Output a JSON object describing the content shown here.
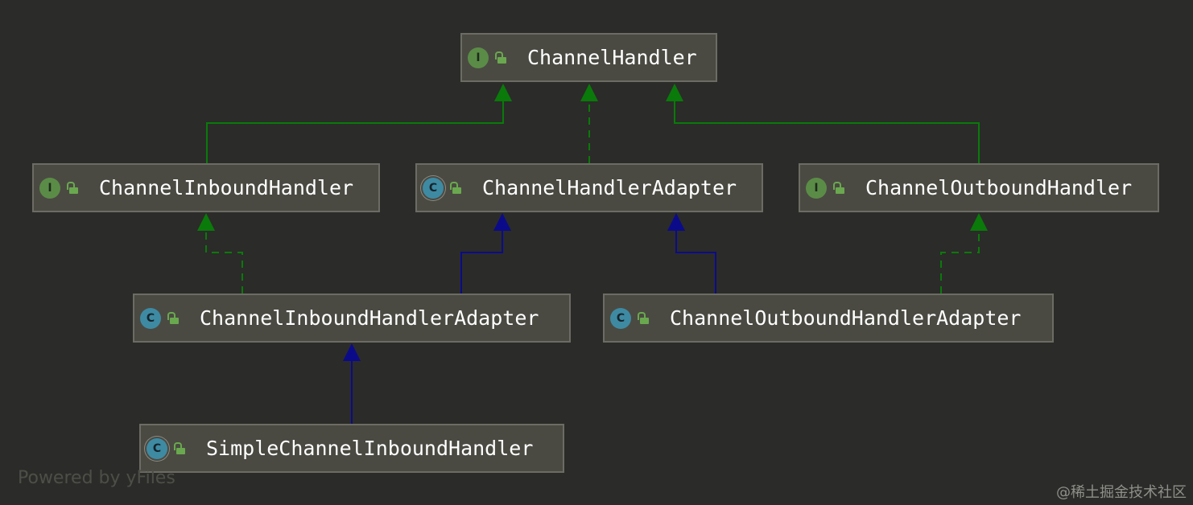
{
  "nodes": [
    {
      "id": "channel-handler",
      "label": "ChannelHandler",
      "kind": "interface",
      "kind_glyph": "I",
      "visibility_icon": "unlocked-icon"
    },
    {
      "id": "channel-inbound-handler",
      "label": "ChannelInboundHandler",
      "kind": "interface",
      "kind_glyph": "I",
      "visibility_icon": "unlocked-icon"
    },
    {
      "id": "channel-handler-adapter",
      "label": "ChannelHandlerAdapter",
      "kind": "abstract-class",
      "kind_glyph": "C",
      "visibility_icon": "unlocked-icon"
    },
    {
      "id": "channel-outbound-handler",
      "label": "ChannelOutboundHandler",
      "kind": "interface",
      "kind_glyph": "I",
      "visibility_icon": "unlocked-icon"
    },
    {
      "id": "channel-inbound-handler-adapter",
      "label": "ChannelInboundHandlerAdapter",
      "kind": "class",
      "kind_glyph": "C",
      "visibility_icon": "unlocked-icon"
    },
    {
      "id": "channel-outbound-handler-adapter",
      "label": "ChannelOutboundHandlerAdapter",
      "kind": "class",
      "kind_glyph": "C",
      "visibility_icon": "unlocked-icon"
    },
    {
      "id": "simple-channel-inbound-handler",
      "label": "SimpleChannelInboundHandler",
      "kind": "abstract-class",
      "kind_glyph": "C",
      "visibility_icon": "unlocked-icon"
    }
  ],
  "edges": [
    {
      "from": "channel-inbound-handler",
      "to": "channel-handler",
      "relation": "extends-interface"
    },
    {
      "from": "channel-handler-adapter",
      "to": "channel-handler",
      "relation": "implements"
    },
    {
      "from": "channel-outbound-handler",
      "to": "channel-handler",
      "relation": "extends-interface"
    },
    {
      "from": "channel-inbound-handler-adapter",
      "to": "channel-inbound-handler",
      "relation": "implements"
    },
    {
      "from": "channel-inbound-handler-adapter",
      "to": "channel-handler-adapter",
      "relation": "extends-class"
    },
    {
      "from": "channel-outbound-handler-adapter",
      "to": "channel-handler-adapter",
      "relation": "extends-class"
    },
    {
      "from": "channel-outbound-handler-adapter",
      "to": "channel-outbound-handler",
      "relation": "implements"
    },
    {
      "from": "simple-channel-inbound-handler",
      "to": "channel-inbound-handler-adapter",
      "relation": "extends-class"
    }
  ],
  "colors": {
    "background": "#2b2b29",
    "node_fill": "#4a4a42",
    "node_border": "#6c6c64",
    "interface_edge": "#0a7a0a",
    "class_edge": "#0b0b8a",
    "interface_icon": "#5b8c47",
    "class_icon": "#3e8aa3",
    "lock_icon": "#6aa84f"
  },
  "footer": {
    "powered_by": "Powered by yFiles",
    "watermark": "@稀土掘金技术社区"
  }
}
